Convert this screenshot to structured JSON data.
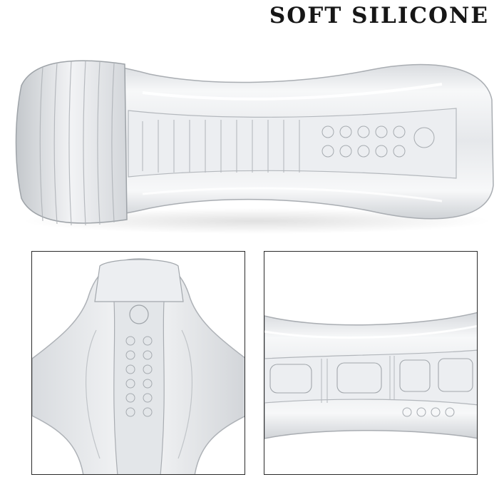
{
  "headline": "SOFT SILICONE",
  "colors": {
    "headline": "#161616",
    "background": "#ffffff",
    "panel_border": "#2a2a2a",
    "silicone_edge": "#b9bcc0",
    "silicone_body": "#eef0f2"
  },
  "images": {
    "hero": "clear-silicone-sleeve-side-view",
    "detail_left": "sleeve-entry-closeup",
    "detail_right": "internal-texture-closeup"
  }
}
